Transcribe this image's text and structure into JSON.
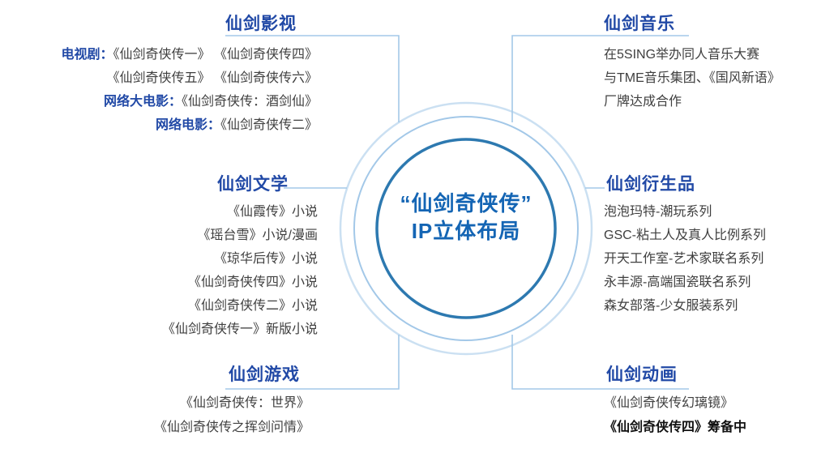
{
  "center": {
    "title_line1": "“仙剑奇侠传”",
    "title_line2": "IP立体布局"
  },
  "sections": {
    "film": {
      "title": "仙剑影视",
      "lines": [
        {
          "label": "电视剧：",
          "text": "《仙剑奇侠传一》 《仙剑奇侠传四》"
        },
        {
          "label": "",
          "text": "《仙剑奇侠传五》 《仙剑奇侠传六》"
        },
        {
          "label": "网络大电影：",
          "text": "《仙剑奇侠传：酒剑仙》"
        },
        {
          "label": "网络电影：",
          "text": "《仙剑奇侠传二》"
        }
      ]
    },
    "music": {
      "title": "仙剑音乐",
      "lines": [
        {
          "text": "在5SING举办同人音乐大赛"
        },
        {
          "text": "与TME音乐集团、《国风新语》"
        },
        {
          "text": "厂牌达成合作"
        }
      ]
    },
    "literature": {
      "title": "仙剑文学",
      "lines": [
        {
          "text": "《仙霞传》小说"
        },
        {
          "text": "《瑶台雪》小说/漫画"
        },
        {
          "text": "《琼华后传》小说"
        },
        {
          "text": "《仙剑奇侠传四》小说"
        },
        {
          "text": "《仙剑奇侠传二》小说"
        },
        {
          "text": "《仙剑奇侠传一》新版小说"
        }
      ]
    },
    "derivatives": {
      "title": "仙剑衍生品",
      "lines": [
        {
          "text": "泡泡玛特-潮玩系列"
        },
        {
          "text": "GSC-粘土人及真人比例系列"
        },
        {
          "text": "开天工作室-艺术家联名系列"
        },
        {
          "text": "永丰源-高端国瓷联名系列"
        },
        {
          "text": "森女部落-少女服装系列"
        }
      ]
    },
    "games": {
      "title": "仙剑游戏",
      "lines": [
        {
          "text": "《仙剑奇侠传：世界》"
        },
        {
          "text": "《仙剑奇侠传之挥剑问情》"
        }
      ]
    },
    "animation": {
      "title": "仙剑动画",
      "lines": [
        {
          "text": "《仙剑奇侠传幻璃镜》"
        },
        {
          "text": "《仙剑奇侠传四》筹备中"
        }
      ]
    }
  },
  "colors": {
    "heading": "#2149a6",
    "center_text": "#1465b4",
    "body_text": "#3f3f3f",
    "ring_outer": "#cbe0f2",
    "ring_mid": "#a3c8e8",
    "ring_inner": "#2d79b0",
    "connector": "#a3c8e8",
    "emphasis_text": "#111111"
  }
}
